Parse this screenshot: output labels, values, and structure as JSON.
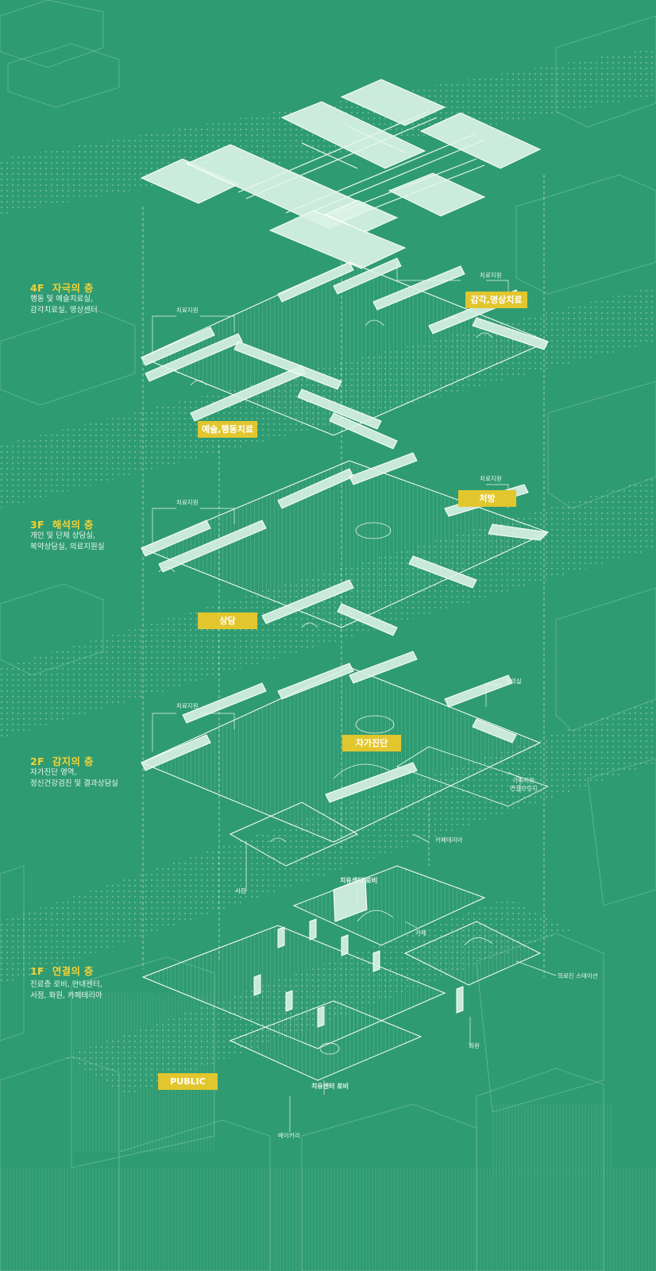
{
  "floors": [
    {
      "level": "4F",
      "name": "자극의 층",
      "desc": [
        "행동 및 예술치료실,",
        "감각치료실, 명상센터"
      ]
    },
    {
      "level": "3F",
      "name": "해석의 층",
      "desc": [
        "개인 및 단체 상담실,",
        "복약상담실, 의료지원실"
      ]
    },
    {
      "level": "2F",
      "name": "감지의 층",
      "desc": [
        "자가진단 영역,",
        "정신건강검진 및 결과상담실"
      ]
    },
    {
      "level": "1F",
      "name": "연결의 층",
      "desc": [
        "진료층 로비, 안내센터,",
        "서점, 화원, 카페테리아"
      ]
    }
  ],
  "tags": {
    "sensory_meditation": "감각,명상치료",
    "art_behavior": "예술,행동치료",
    "prescription": "처방",
    "counseling": "상담",
    "self_diagnosis": "자가진단",
    "public": "PUBLIC"
  },
  "labels": {
    "support": "치료지원",
    "meeting_room": "회의실",
    "family_wait_1": "가족지원",
    "family_wait_2": "연결브릿지",
    "cafeteria": "카페테리아",
    "bookstore": "서점",
    "healing_lobby_top": "치유센터 로비",
    "cafe": "카페",
    "medical_station": "의료진 스테이션",
    "flower_shop": "화원",
    "healing_lobby_bottom": "치유센터 로비",
    "bakery": "베이커리"
  },
  "colors": {
    "background": "#2f9b72",
    "accent": "#e2c62e",
    "floor_heading": "#f4d235",
    "line": "#e8f6ef"
  }
}
